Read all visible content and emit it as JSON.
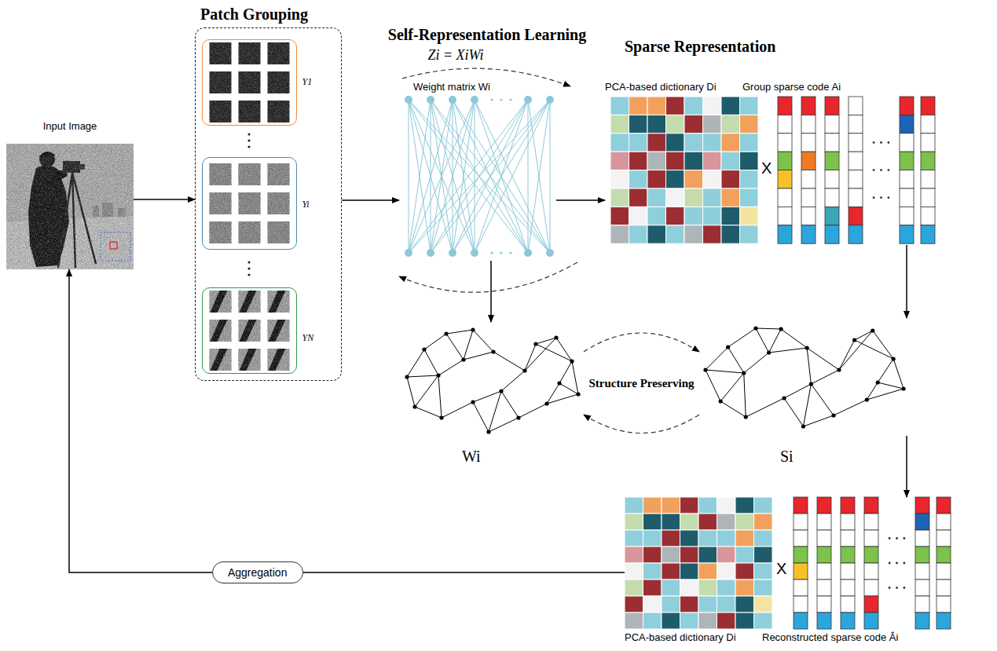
{
  "diagram": {
    "nodes": [
      {
        "text": [
          "Input Image"
        ]
      },
      {
        "text": [
          "Patch Grouping"
        ]
      },
      {
        "text": [
          "Y1"
        ],
        "in": 1
      },
      {
        "text": [
          "Yi"
        ],
        "in": 1
      },
      {
        "text": [
          "YN"
        ],
        "in": 1
      },
      {
        "text": [
          "Self-Representation Learning",
          "Zi = XiWi",
          "Weight matrix Wi"
        ]
      },
      {
        "text": [
          "Sparse Representation",
          "PCA-based dictionary Di",
          "Group sparse code Ai"
        ]
      },
      {
        "text": [
          "Wi"
        ]
      },
      {
        "text": [
          "Si"
        ]
      },
      {
        "text": [
          "PCA-based dictionary Di",
          "Reconstructed sparse code Âi"
        ]
      },
      {
        "text": [
          "Aggregation"
        ]
      }
    ],
    "edges": [
      {
        "from": 0,
        "to": 1,
        "arrow": "to"
      },
      {
        "from": 1,
        "to": 5,
        "arrow": "to"
      },
      {
        "from": 5,
        "to": 6,
        "arrow": "to"
      },
      {
        "from": 5,
        "to": 7,
        "arrow": "to"
      },
      {
        "from": 6,
        "to": 8,
        "arrow": "to"
      },
      {
        "from": 8,
        "to": 9,
        "arrow": "to"
      },
      {
        "from": 9,
        "to": 10,
        "arrow": "none"
      },
      {
        "from": 10,
        "to": 0,
        "arrow": "to"
      },
      {
        "from": 7,
        "to": 8,
        "label": "Structure Preserving",
        "arrow": "both"
      }
    ],
    "labels": [
      "X",
      "X"
    ]
  }
}
